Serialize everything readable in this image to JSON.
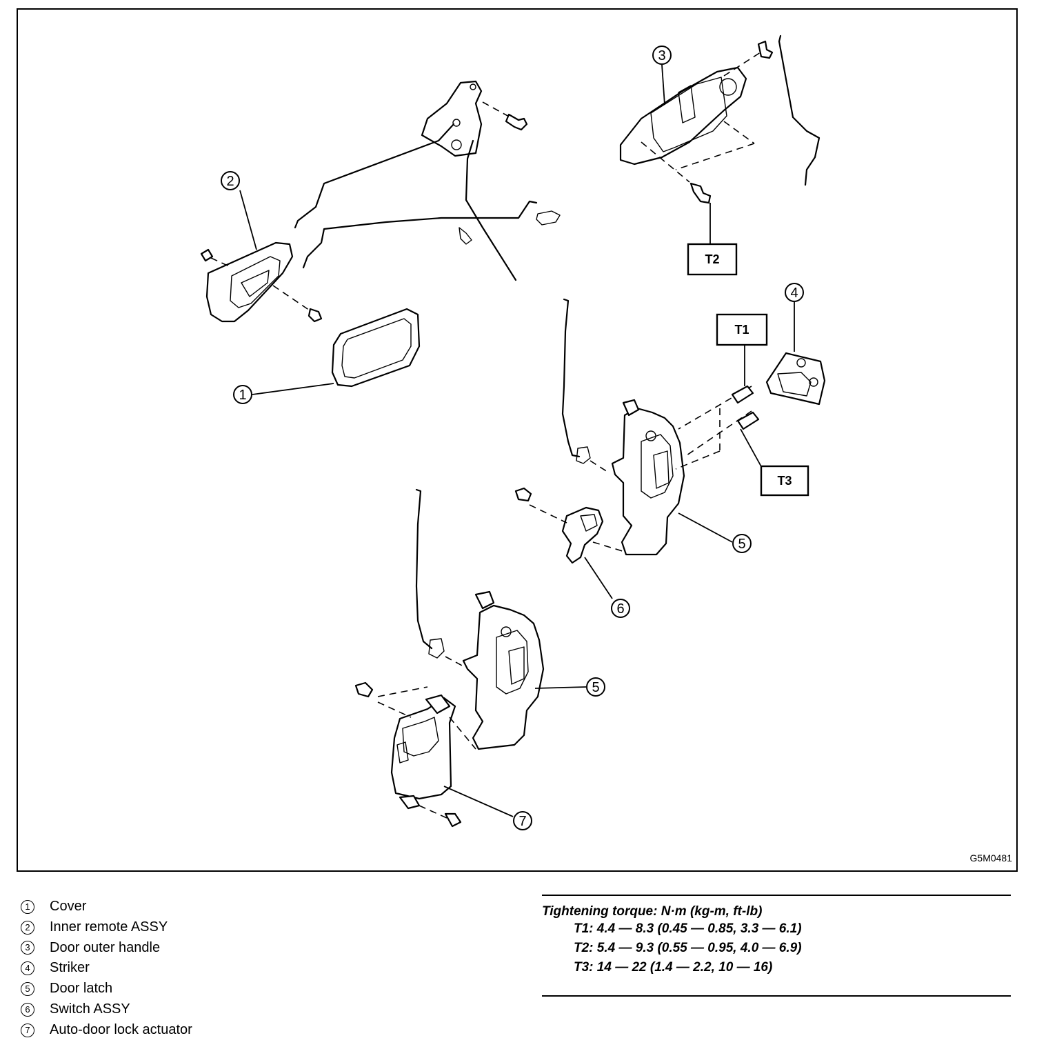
{
  "figure_code": "G5M0481",
  "callouts": {
    "c1": "1",
    "c2": "2",
    "c3": "3",
    "c4": "4",
    "c5a": "5",
    "c5b": "5",
    "c6": "6",
    "c7": "7"
  },
  "torque_boxes": {
    "t1": "T1",
    "t2": "T2",
    "t3": "T3"
  },
  "legend": [
    {
      "num": "1",
      "label": "Cover"
    },
    {
      "num": "2",
      "label": "Inner remote ASSY"
    },
    {
      "num": "3",
      "label": "Door outer handle"
    },
    {
      "num": "4",
      "label": "Striker"
    },
    {
      "num": "5",
      "label": "Door latch"
    },
    {
      "num": "6",
      "label": "Switch ASSY"
    },
    {
      "num": "7",
      "label": "Auto-door lock actuator"
    }
  ],
  "torque": {
    "title": "Tightening torque: N·m (kg-m, ft-lb)",
    "rows": [
      "T1: 4.4 — 8.3 (0.45 — 0.85, 3.3 — 6.1)",
      "T2: 5.4 — 9.3 (0.55 — 0.95, 4.0 — 6.9)",
      "T3: 14 — 22 (1.4 — 2.2, 10 — 16)"
    ]
  }
}
